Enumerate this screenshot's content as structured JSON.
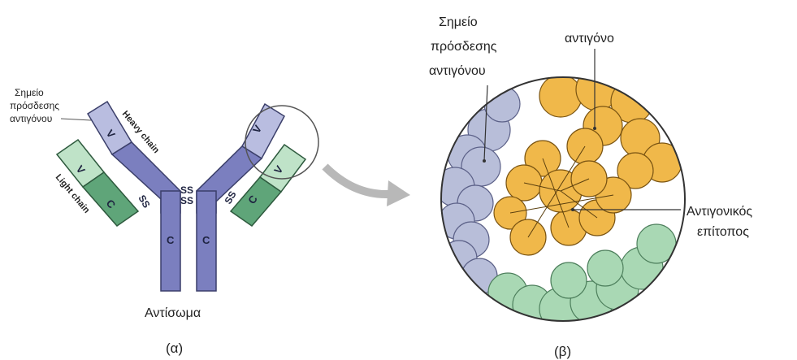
{
  "panel_a": {
    "binding_site_label": [
      "Σημείο",
      "πρόσδεσης",
      "αντιγόνου"
    ],
    "heavy_chain_label": "Heavy chain",
    "light_chain_label": "Light chain",
    "variable_label": "V",
    "constant_label": "C",
    "disulfide_label": "SS",
    "antibody_label": "Αντίσωμα",
    "caption": "(α)"
  },
  "panel_b": {
    "binding_site_label": [
      "Σημείο",
      "πρόσδεσης",
      "αντιγόνου"
    ],
    "antigen_label": "αντιγόνο",
    "epitope_label": [
      "Αντιγονικός",
      "επίτοπος"
    ],
    "caption": "(β)"
  },
  "colors": {
    "heavy_chain": "#7b7fbf",
    "heavy_variable": "#b9bde0",
    "light_constant": "#5fa579",
    "light_variable": "#bfe3c8",
    "antibody_region": "#b8bed9",
    "antigen": "#f0b84a",
    "light_region": "#a9d8b4"
  }
}
